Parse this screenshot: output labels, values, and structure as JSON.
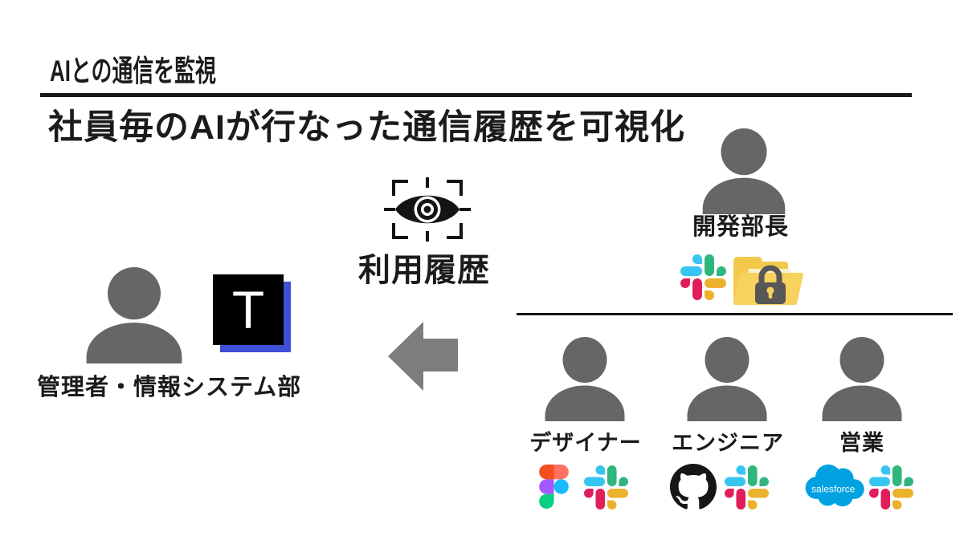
{
  "header": {
    "title": "AIとの通信を監視",
    "subtitle": "社員毎のAIが行なった通信履歴を可視化"
  },
  "monitor": {
    "label": "利用履歴",
    "icon": "eye-scan-icon"
  },
  "admin": {
    "label": "管理者・情報システム部",
    "person_icon": "person-icon",
    "app_icon": "t-app-icon",
    "app_letter": "T"
  },
  "flow": {
    "arrow_icon": "arrow-left-icon"
  },
  "org": {
    "manager": {
      "label": "開発部長",
      "icons": [
        "slack-icon",
        "locked-folder-icon"
      ]
    },
    "members": [
      {
        "label": "デザイナー",
        "icons": [
          "figma-icon",
          "slack-icon"
        ]
      },
      {
        "label": "エンジニア",
        "icons": [
          "github-icon",
          "slack-icon"
        ]
      },
      {
        "label": "営業",
        "icons": [
          "salesforce-icon",
          "slack-icon"
        ]
      }
    ]
  },
  "brands": {
    "salesforce_wordmark": "salesforce"
  },
  "colors": {
    "text": "#1b1b1b",
    "line": "#161616",
    "person_gray": "#666666",
    "arrow_gray": "#7d7d7d",
    "app_black": "#000000",
    "app_blue": "#3e4fd8",
    "slack_blue": "#36C5F0",
    "slack_green": "#2EB67D",
    "slack_yellow": "#ECB22E",
    "slack_red": "#E01E5A",
    "figma_red": "#F24E1E",
    "figma_orange": "#FF7262",
    "figma_purple": "#A259FF",
    "figma_blue": "#1ABCFE",
    "figma_green": "#0ACF83",
    "github_black": "#171515",
    "salesforce_blue": "#00A1E0",
    "folder_yellow": "#F2C94C",
    "folder_front_yellow": "#F7D25C",
    "lock_gray": "#575757"
  }
}
